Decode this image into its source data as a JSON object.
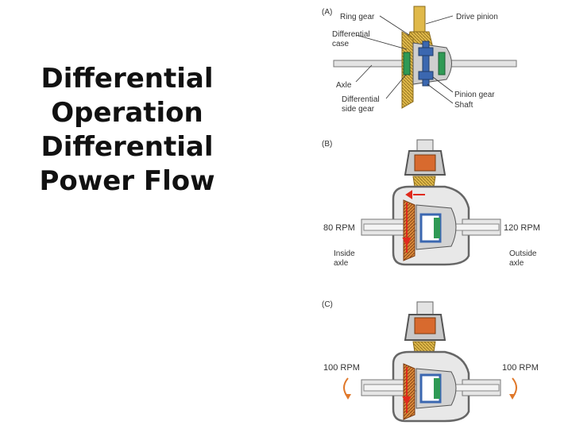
{
  "slide": {
    "title_lines": [
      "Differential",
      "Operation",
      "Differential",
      "Power Flow"
    ]
  },
  "panel_a": {
    "tag": "(A)",
    "labels": {
      "ring_gear": "Ring gear",
      "drive_pinion": "Drive pinion",
      "differential_case_1": "Differential",
      "differential_case_2": "case",
      "axle": "Axle",
      "side_gear_1": "Differential",
      "side_gear_2": "side gear",
      "pinion_gear": "Pinion gear",
      "shaft": "Shaft"
    }
  },
  "panel_b": {
    "tag": "(B)",
    "left_rpm": "80 RPM",
    "right_rpm": "120 RPM",
    "left_axle_1": "Inside",
    "left_axle_2": "axle",
    "right_axle_1": "Outside",
    "right_axle_2": "axle"
  },
  "panel_c": {
    "tag": "(C)",
    "left_rpm": "100 RPM",
    "right_rpm": "100 RPM"
  },
  "colors": {
    "gear_yellow": "#e0b94a",
    "gear_orange": "#d86a2e",
    "arrow_red": "#e02a1c",
    "spider_green": "#2f9a55",
    "spider_blue": "#3b67b0",
    "housing_gray": "#b9b9b9",
    "shaft_gray": "#d9d9d9"
  }
}
